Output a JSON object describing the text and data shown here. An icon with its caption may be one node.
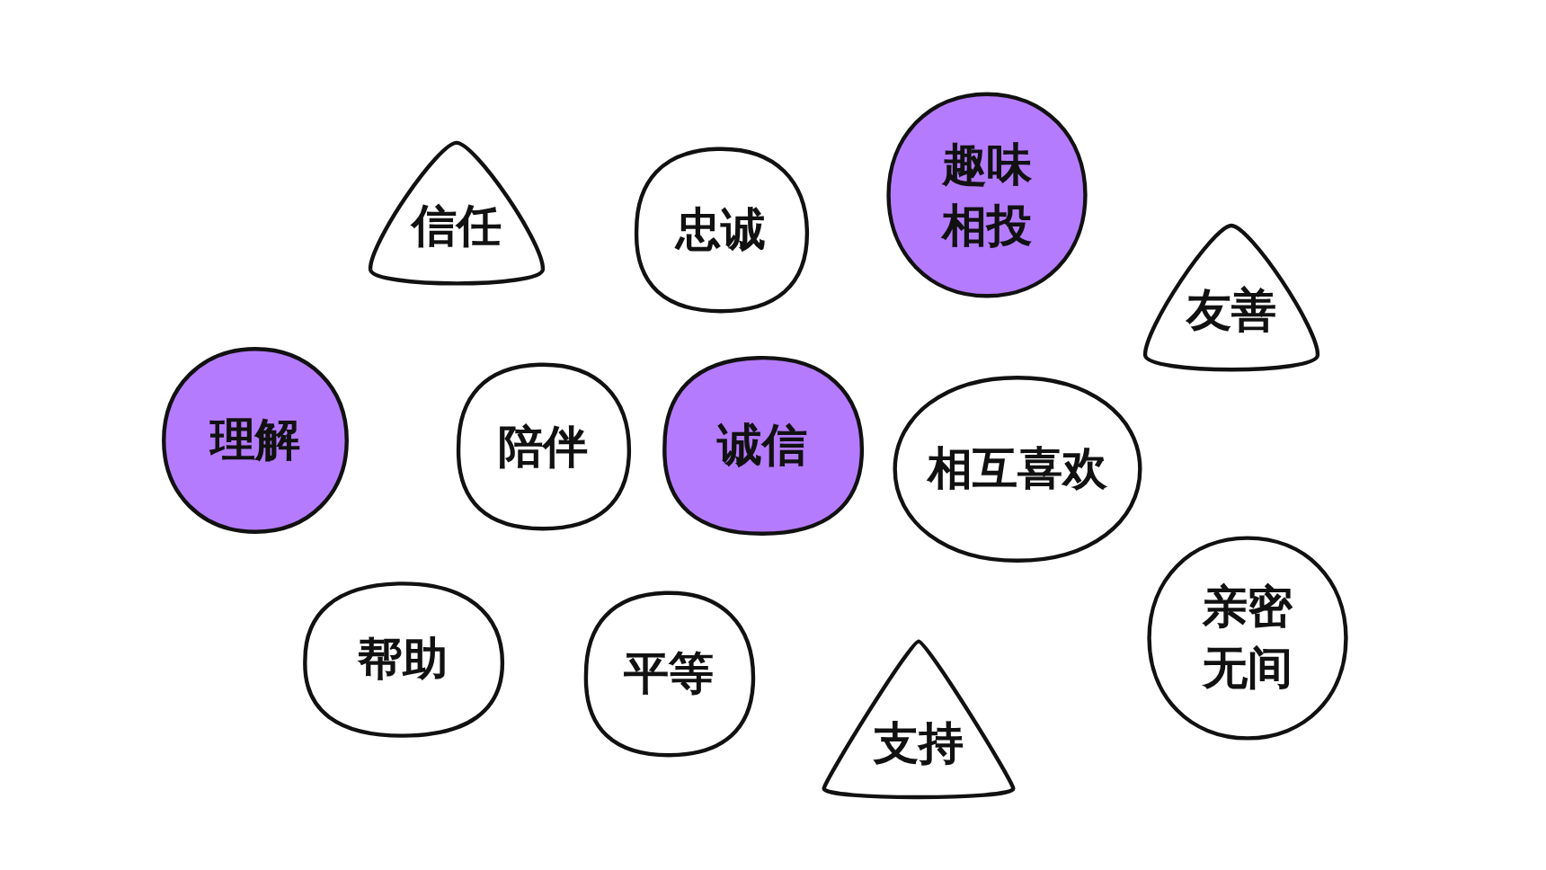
{
  "diagram": {
    "nodes": [
      {
        "text": [
          "信任"
        ]
      },
      {
        "text": [
          "忠诚"
        ]
      },
      {
        "text": [
          "趣味相投"
        ]
      },
      {
        "text": [
          "友善"
        ]
      },
      {
        "text": [
          "理解"
        ]
      },
      {
        "text": [
          "陪伴"
        ]
      },
      {
        "text": [
          "诚信"
        ]
      },
      {
        "text": [
          "相互喜欢"
        ]
      },
      {
        "text": [
          "亲密无间"
        ]
      },
      {
        "text": [
          "帮助"
        ]
      },
      {
        "text": [
          "平等"
        ]
      },
      {
        "text": [
          "支持"
        ]
      }
    ]
  }
}
